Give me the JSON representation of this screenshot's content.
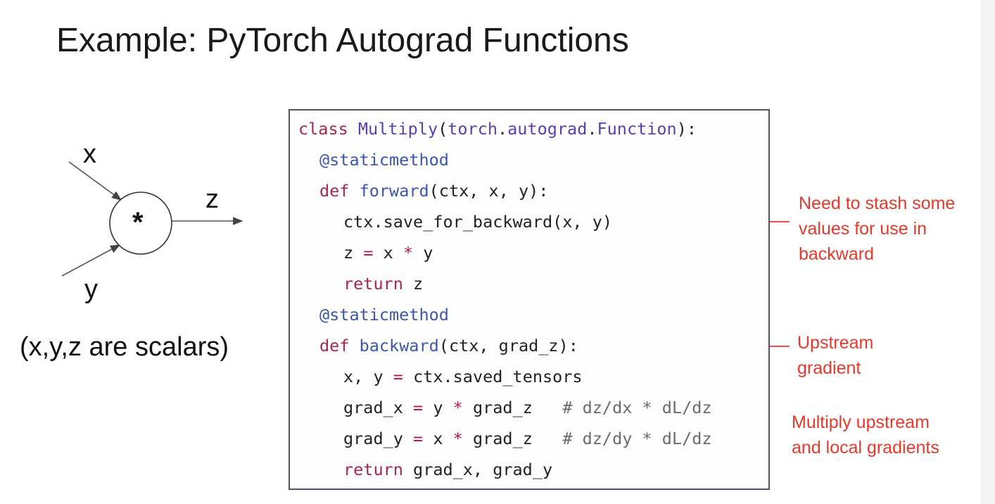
{
  "title": "Example: PyTorch Autograd Functions",
  "graph": {
    "input_x": "x",
    "input_y": "y",
    "output_z": "z",
    "operator": "*",
    "caption": "(x,y,z are scalars)"
  },
  "code": {
    "line1": {
      "kw": "class",
      "name": "Multiply",
      "p1": "(",
      "a": "torch",
      "d1": ".",
      "b": "autograd",
      "d2": ".",
      "c": "Function",
      "p2": "):"
    },
    "line2": {
      "dec": "@staticmethod"
    },
    "line3": {
      "kw": "def",
      "name": "forward",
      "rest": "(ctx, x, y):"
    },
    "line4": {
      "text": "ctx.save_for_backward(x, y)"
    },
    "line5": {
      "a": "z",
      "op1": "=",
      "b": "x",
      "op2": "*",
      "c": "y"
    },
    "line6": {
      "kw": "return",
      "rest": "z"
    },
    "line7": {
      "dec": "@staticmethod"
    },
    "line8": {
      "kw": "def",
      "name": "backward",
      "rest": "(ctx, grad_z):"
    },
    "line9": {
      "a": "x, y",
      "op1": "=",
      "b": "ctx.saved_tensors"
    },
    "line10": {
      "a": "grad_x",
      "op1": "=",
      "b": "y",
      "op2": "*",
      "c": "grad_z",
      "cm": "# dz/dx * dL/dz"
    },
    "line11": {
      "a": "grad_y",
      "op1": "=",
      "b": "x",
      "op2": "*",
      "c": "grad_z",
      "cm": "# dz/dy * dL/dz"
    },
    "line12": {
      "kw": "return",
      "rest": "grad_x, grad_y"
    }
  },
  "annotations": {
    "stash": [
      "Need to stash some",
      "values for use in",
      "backward"
    ],
    "upstream": [
      "Upstream",
      "gradient"
    ],
    "multiply": [
      "Multiply upstream",
      "and local gradients"
    ]
  },
  "colors": {
    "annotation": "#e8382a",
    "keyword": "#a6284b",
    "function_name": "#3b56b0",
    "comment": "#6b6b6b"
  }
}
